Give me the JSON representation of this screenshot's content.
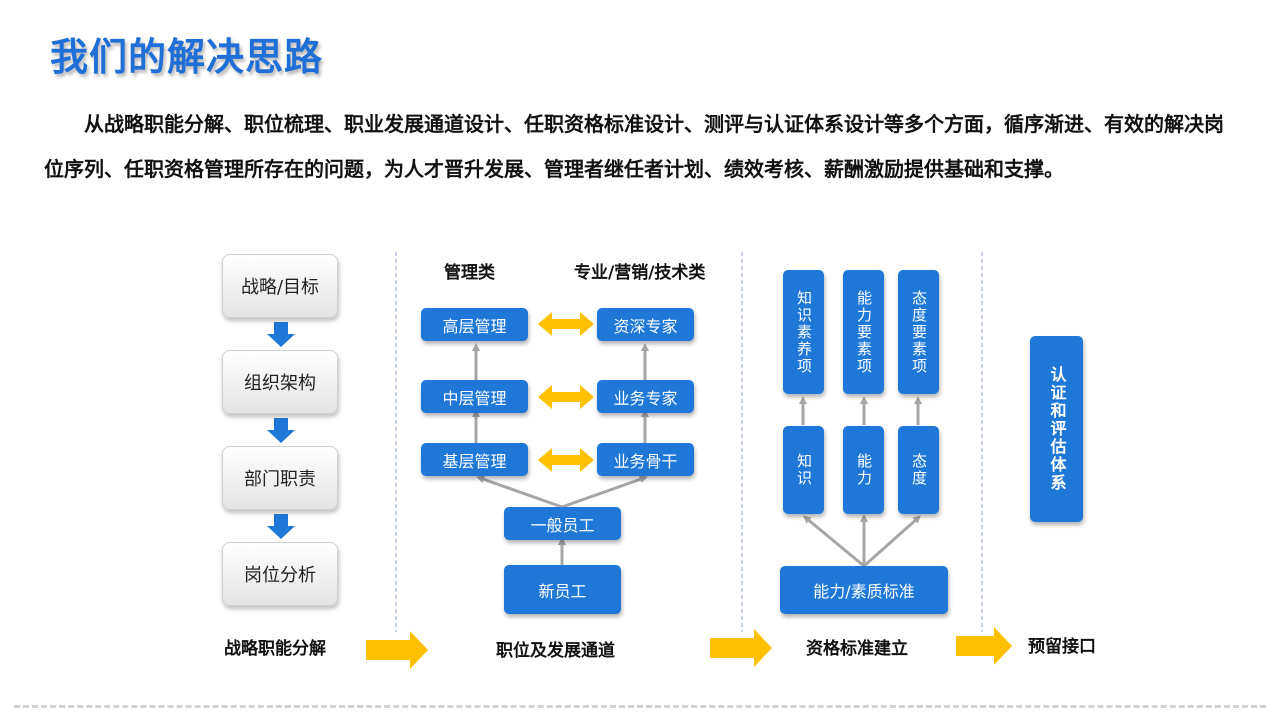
{
  "title": "我们的解决思路",
  "intro": "从战略职能分解、职位梳理、职业发展通道设计、任职资格标准设计、测评与认证体系设计等多个方面，循序渐进、有效的解决岗位序列、任职资格管理所存在的问题，为人才晋升发展、管理者继任者计划、绩效考核、薪酬激励提供基础和支撑。",
  "strategy": {
    "steps": [
      "战略/目标",
      "组织架构",
      "部门职责",
      "岗位分析"
    ],
    "label": "战略职能分解"
  },
  "career": {
    "left_header": "管理类",
    "right_header": "专业/营销/技术类",
    "management": [
      "高层管理",
      "中层管理",
      "基层管理"
    ],
    "professional": [
      "资深专家",
      "业务专家",
      "业务骨干"
    ],
    "general": "一般员工",
    "new_employee": "新员工",
    "label": "职位及发展通道"
  },
  "qualification": {
    "elements": [
      "知识素养项",
      "能力要素项",
      "态度要素项"
    ],
    "basics": [
      "知识",
      "能力",
      "态度"
    ],
    "standard": "能力/素质标准",
    "label": "资格标准建立"
  },
  "certification": {
    "box": "认证和评估体系",
    "label": "预留接口"
  },
  "colors": {
    "title_blue": "#1f6fd6",
    "box_blue": "#1f78d8",
    "arrow_orange": "#ffc000",
    "connector_gray": "#a6a6a6"
  }
}
